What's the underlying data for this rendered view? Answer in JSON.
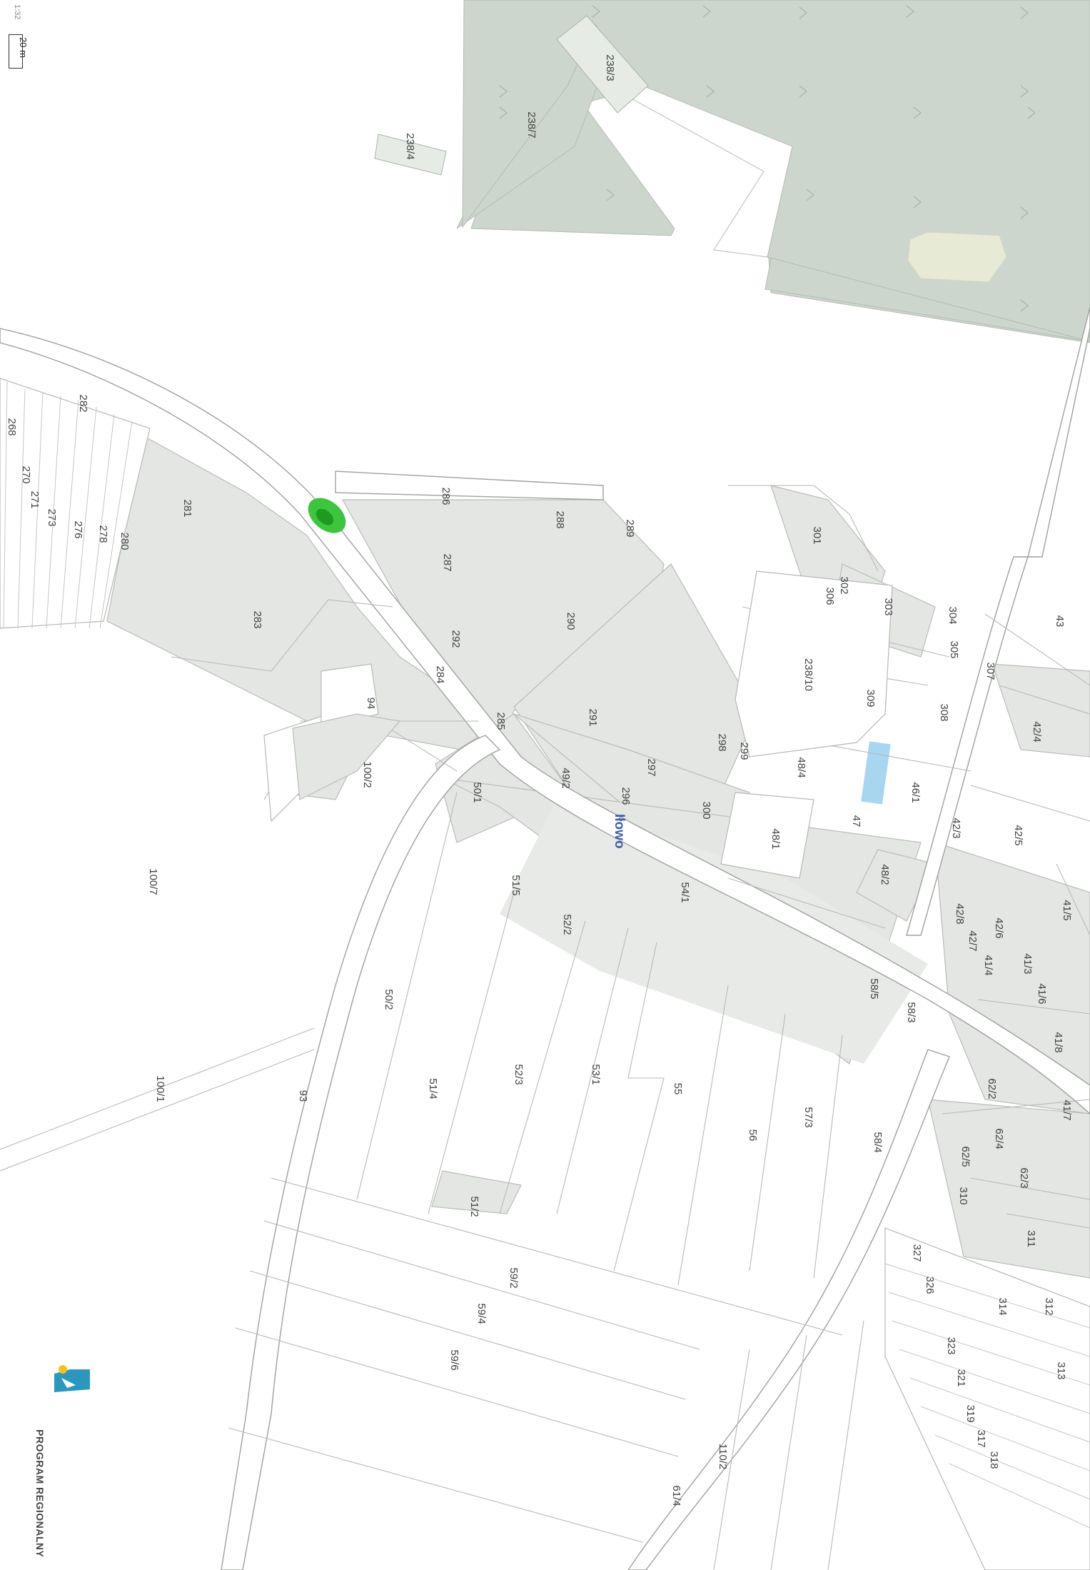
{
  "scale": {
    "label": "20 m",
    "fragment": "1:32"
  },
  "place_name": "Iłowo",
  "logo": {
    "text": "PROGRAM REGIONALNY",
    "colors": {
      "blue": "#2a97be",
      "yellow": "#f2c318"
    }
  },
  "marker": {
    "color": "#3ec53e",
    "icon": "location-marker-icon"
  },
  "colors": {
    "built_parcel": "#e4e6e3",
    "forest": "#cdd6cd",
    "water": "#a8d6f0",
    "road": "#ffffff"
  },
  "parcels": [
    "238/3",
    "238/7",
    "238/4",
    "282",
    "268",
    "270",
    "271",
    "273",
    "276",
    "278",
    "280",
    "281",
    "283",
    "286",
    "287",
    "288",
    "289",
    "290",
    "292",
    "284",
    "94",
    "285",
    "291",
    "100/2",
    "297",
    "298",
    "299",
    "301",
    "302",
    "306",
    "303",
    "304",
    "305",
    "307",
    "43",
    "238/10",
    "309",
    "308",
    "42/4",
    "48/4",
    "46/1",
    "49/2",
    "296",
    "50/1",
    "300",
    "48/1",
    "47",
    "42/3",
    "42/5",
    "100/7",
    "51/5",
    "54/1",
    "48/2",
    "42/8",
    "42/6",
    "42/7",
    "41/5",
    "52/2",
    "41/4",
    "41/3",
    "41/6",
    "58/5",
    "58/3",
    "50/2",
    "41/8",
    "52/3",
    "53/1",
    "51/4",
    "55",
    "62/2",
    "41/7",
    "100/1",
    "93",
    "57/3",
    "56",
    "58/4",
    "62/4",
    "62/5",
    "62/3",
    "310",
    "311",
    "51/2",
    "59/2",
    "327",
    "326",
    "314",
    "312",
    "59/4",
    "323",
    "321",
    "313",
    "59/6",
    "319",
    "317",
    "318",
    "110/2",
    "61/4"
  ]
}
